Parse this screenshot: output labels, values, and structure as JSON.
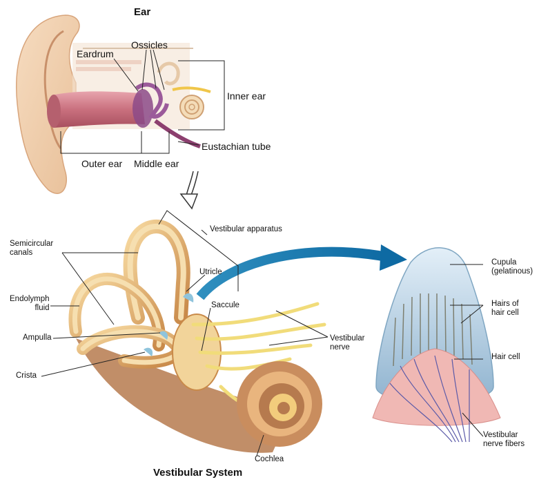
{
  "top_diagram": {
    "title": "Ear",
    "labels": {
      "eardrum": "Eardrum",
      "ossicles": "Ossicles",
      "inner_ear": "Inner ear",
      "eustachian_tube": "Eustachian tube",
      "outer_ear": "Outer ear",
      "middle_ear": "Middle ear"
    }
  },
  "bottom_diagram": {
    "title": "Vestibular System",
    "labels": {
      "vestibular_apparatus": "Vestibular apparatus",
      "semicircular_canals": "Semicircular\ncanals",
      "endolymph_fluid": "Endolymph\nfluid",
      "ampulla": "Ampulla",
      "crista": "Crista",
      "utricle": "Utricle",
      "saccule": "Saccule",
      "vestibular_nerve": "Vestibular\nnerve",
      "cochlea": "Cochlea"
    }
  },
  "detail_diagram": {
    "labels": {
      "cupula": "Cupula\n(gelatinous)",
      "hairs_of_hair_cell": "Hairs of\nhair cell",
      "hair_cell": "Hair cell",
      "vestibular_nerve_fibers": "Vestibular\nnerve fibers"
    }
  }
}
